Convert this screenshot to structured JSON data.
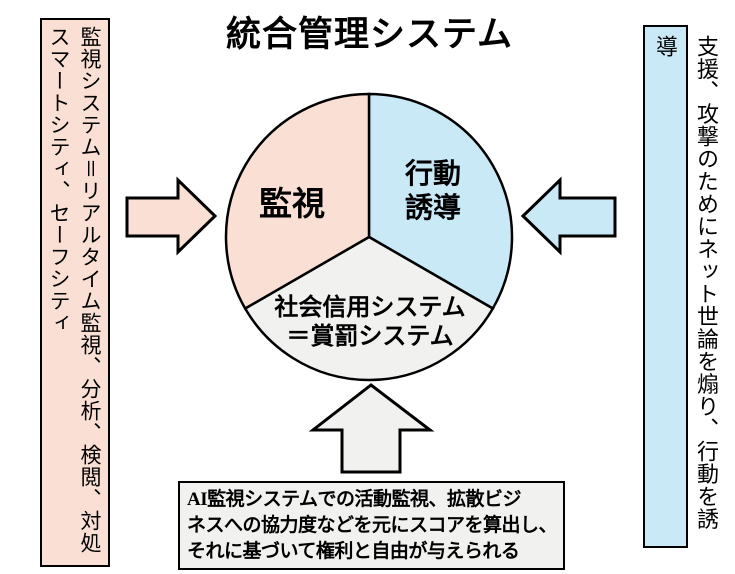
{
  "title": "統合管理システム",
  "colors": {
    "surveillance_pink": "#FAE0D4",
    "guidance_blue": "#CAE9F7",
    "credit_gray": "#F1F1F0",
    "outline_black": "#000000"
  },
  "left_box": {
    "columns": [
      "監視システム＝リアルタイム監視、分析、検閲、対処",
      "スマートシティ、セーフシティ"
    ]
  },
  "right_box": {
    "text": "支援、攻撃のためにネット世論を煽り、行動を誘導"
  },
  "bottom_box": {
    "lines": [
      "AI監視システムでの活動監視、拡散ビジ",
      "ネスへの協力度などを元にスコアを算出し、",
      "それに基づいて権利と自由が与えられる"
    ]
  },
  "pie": {
    "segments": [
      {
        "id": "surveillance",
        "label": "監視",
        "color": "#FAE0D4",
        "share": "1/3"
      },
      {
        "id": "behavior-guidance",
        "label_lines": [
          "行動",
          "誘導"
        ],
        "color": "#CAE9F7",
        "share": "1/3"
      },
      {
        "id": "social-credit",
        "label_lines": [
          "社会信用システム",
          "＝賞罰システム"
        ],
        "color": "#F1F1F0",
        "share": "1/3"
      }
    ]
  }
}
